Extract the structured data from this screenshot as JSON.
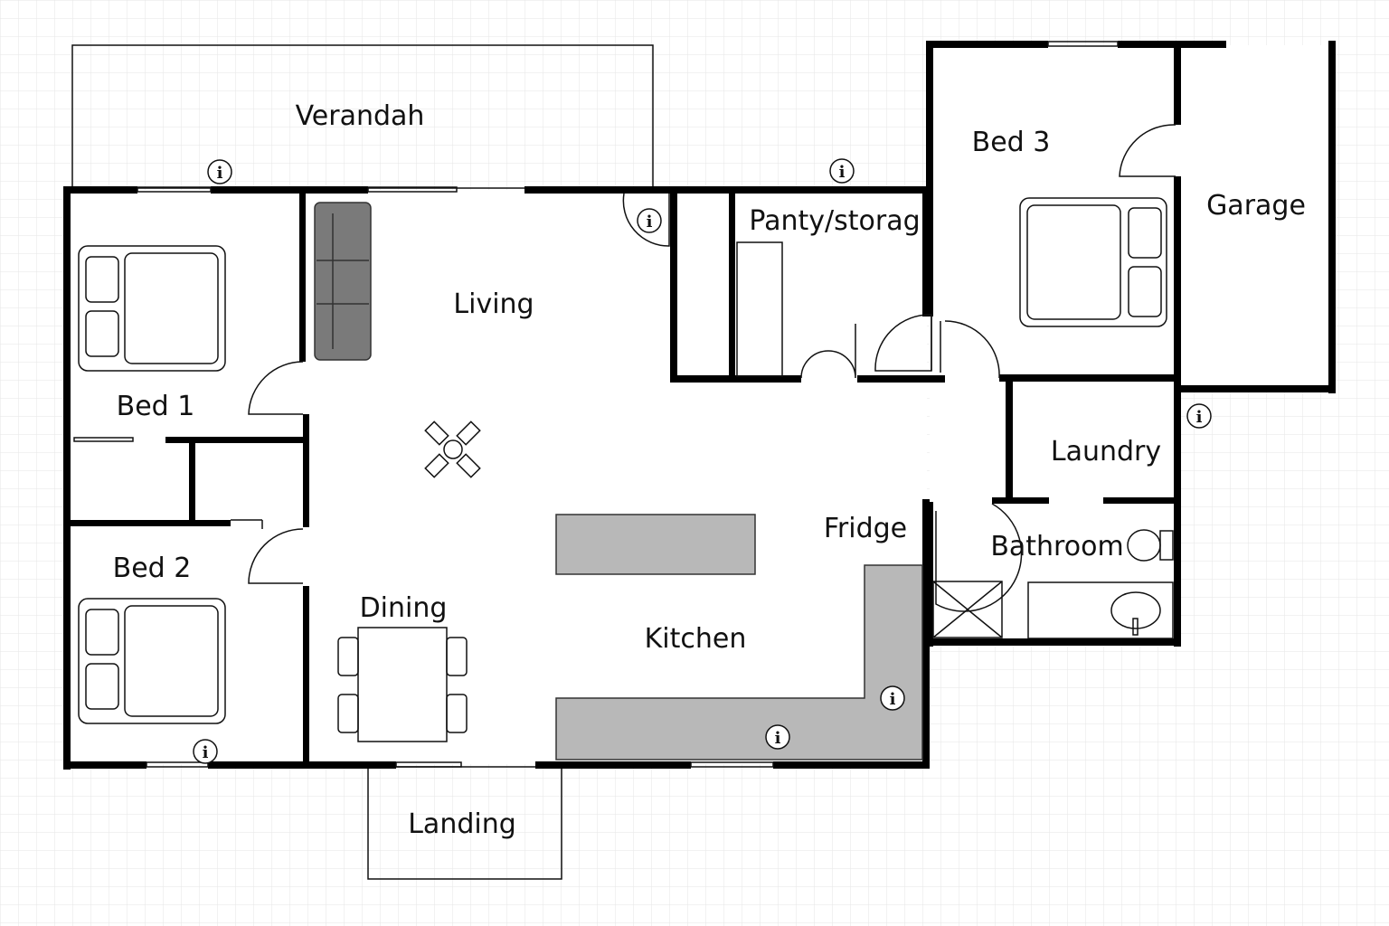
{
  "rooms": {
    "verandah": "Verandah",
    "bed1": "Bed 1",
    "bed2": "Bed 2",
    "bed3": "Bed 3",
    "living": "Living",
    "dining": "Dining",
    "kitchen": "Kitchen",
    "fridge": "Fridge",
    "pantry": "Panty/storag",
    "garage": "Garage",
    "laundry": "Laundry",
    "bathroom": "Bathroom",
    "landing": "Landing"
  },
  "info_glyph": "i",
  "colors": {
    "wall": "#000000",
    "furniture": "#b8b8b8",
    "sofa": "#7a7a7a",
    "grid": "#e6e6e6"
  }
}
